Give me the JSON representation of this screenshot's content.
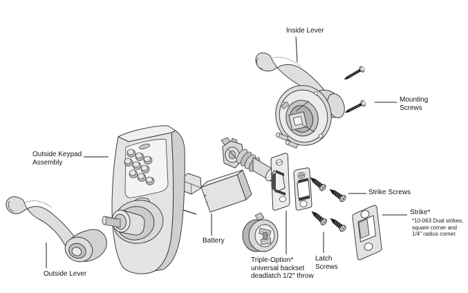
{
  "diagram": {
    "type": "exploded-parts-diagram",
    "subject": "keypad-entry-lockset",
    "colors": {
      "background": "#ffffff",
      "outline": "#3c3c3c",
      "part_fill_light": "#e6e6e6",
      "part_fill_mid": "#d4d4d4",
      "part_fill_dark": "#b9b9b9",
      "screw_shank": "#1c1c1c",
      "label_text": "#131313"
    },
    "labels": {
      "inside_lever": "Inside Lever",
      "mounting_screws": "Mounting\nScrews",
      "outside_keypad_assembly": "Outside Keypad\nAssembly",
      "outside_lever": "Outside Lever",
      "battery": "Battery",
      "triple_option": "Triple-Option*\nuniversal backset\ndeadlatch 1/2″ throw",
      "latch_screws": "Latch\nScrews",
      "strike_screws": "Strike Screws",
      "strike": "Strike*",
      "strike_note": "*10-063 Dual strikes,\nsquare corner and\n1/4″ radius corner."
    }
  }
}
